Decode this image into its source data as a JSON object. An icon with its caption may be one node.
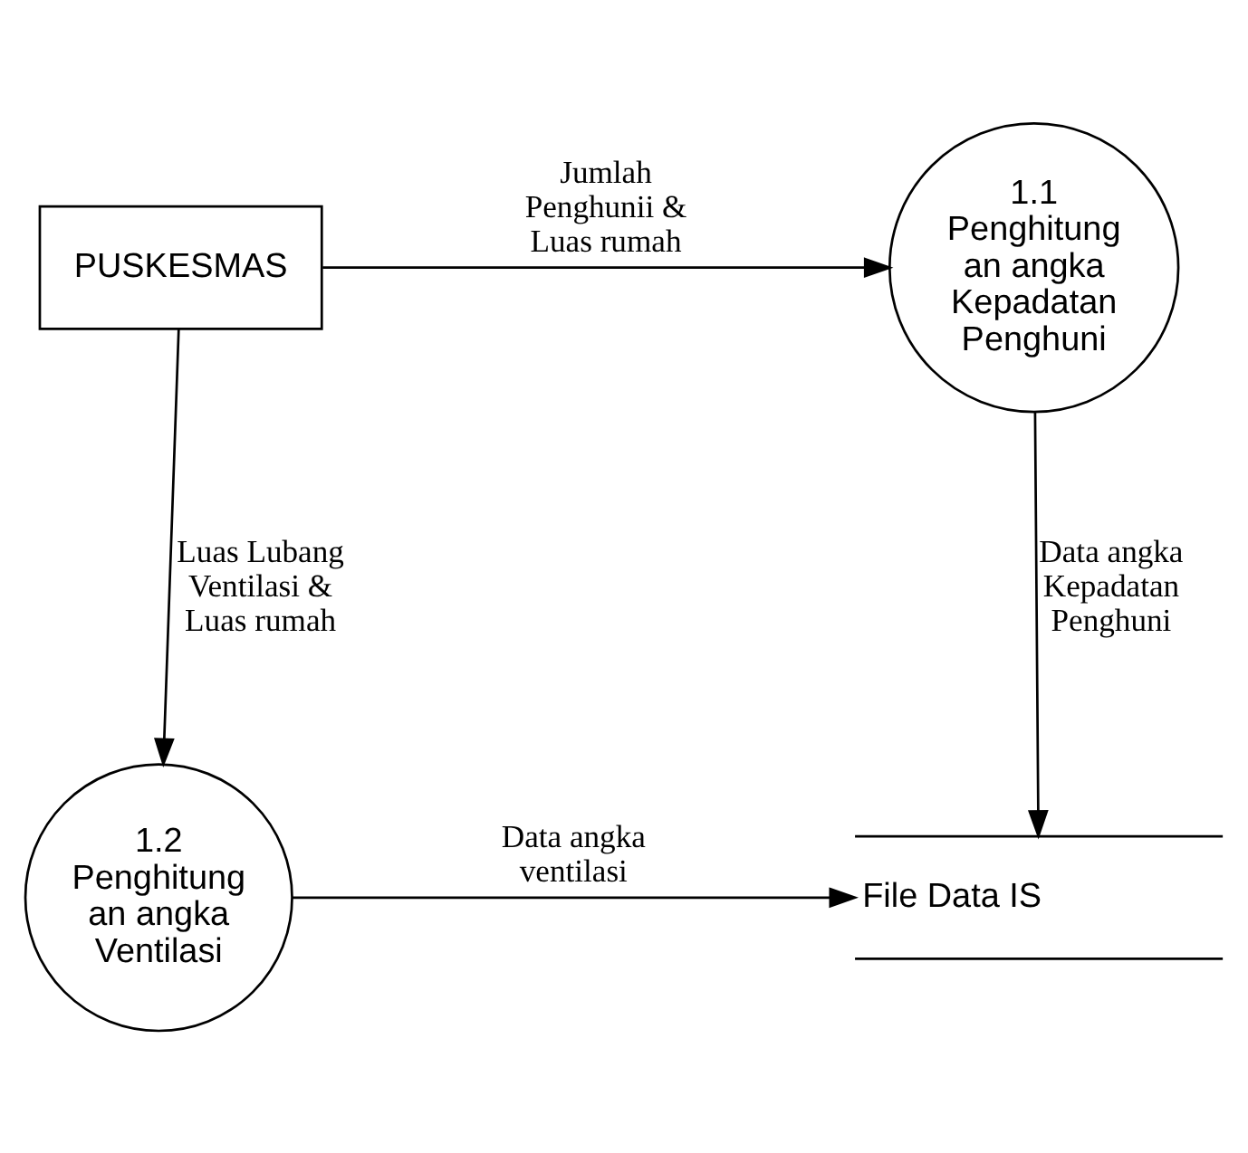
{
  "diagram": {
    "nodes": [
      {
        "text": [
          "PUSKESMAS"
        ]
      },
      {
        "text": [
          "1.1",
          "Penghitung an angka Kepadatan Penghuni"
        ]
      },
      {
        "text": [
          "1.2",
          "Penghitung an angka Ventilasi"
        ]
      },
      {
        "text": [
          "File Data IS"
        ]
      }
    ],
    "edges": [
      {
        "from": 0,
        "to": 1,
        "arrow": "to",
        "label": "Jumlah Penghunii & Luas rumah"
      },
      {
        "from": 0,
        "to": 2,
        "arrow": "to",
        "label": "Luas Lubang Ventilasi & Luas rumah"
      },
      {
        "from": 1,
        "to": 3,
        "arrow": "to",
        "label": "Data angka Kepadatan Penghuni"
      },
      {
        "from": 2,
        "to": 3,
        "arrow": "to",
        "label": "Data angka ventilasi"
      }
    ]
  }
}
